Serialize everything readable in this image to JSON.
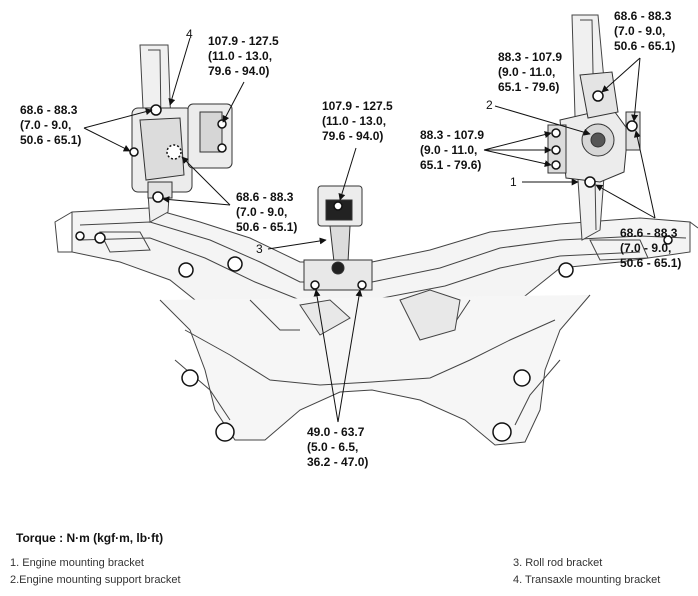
{
  "torque_specs": {
    "upper_left_side": [
      "68.6 - 88.3",
      "(7.0 - 9.0,",
      "50.6 - 65.1)"
    ],
    "upper_left_top": [
      "107.9 - 127.5",
      "(11.0 - 13.0,",
      "79.6 - 94.0)"
    ],
    "left_lower": [
      "68.6 - 88.3",
      "(7.0 - 9.0,",
      "50.6 - 65.1)"
    ],
    "center_top": [
      "107.9 - 127.5",
      "(11.0 - 13.0,",
      "79.6 - 94.0)"
    ],
    "center_bottom": [
      "49.0 - 63.7",
      "(5.0 - 6.5,",
      "36.2 - 47.0)"
    ],
    "right_top": [
      "68.6 - 88.3",
      "(7.0 - 9.0,",
      "50.6 - 65.1)"
    ],
    "right_upper_mid": [
      "88.3 - 107.9",
      "(9.0 - 11.0,",
      "65.1 - 79.6)"
    ],
    "right_mid_left": [
      "88.3 - 107.9",
      "(9.0 - 11.0,",
      "65.1 - 79.6)"
    ],
    "right_lower": [
      "68.6 - 88.3",
      "(7.0 - 9.0,",
      "50.6 - 65.1)"
    ]
  },
  "callouts": {
    "n1": "1",
    "n2": "2",
    "n3": "3",
    "n4": "4"
  },
  "torque_unit": "Torque : N·m (kgf·m, lb·ft)",
  "legend": {
    "item1": "1. Engine mounting bracket",
    "item2": "2.Engine mounting support bracket",
    "item3": "3. Roll rod bracket",
    "item4": "4. Transaxle mounting bracket"
  }
}
